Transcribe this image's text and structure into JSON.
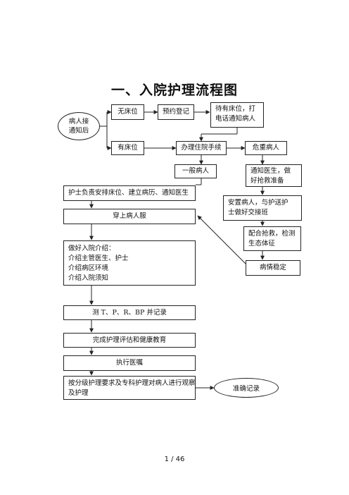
{
  "title": "一、入院护理流程图",
  "nodes": {
    "patient_notified": [
      "病人接",
      "通知后"
    ],
    "no_bed": "无床位",
    "reserve_register": "预约登记",
    "wait_bed": [
      "待有床位，打",
      "电话通知病人"
    ],
    "has_bed": "有床位",
    "admission_procedure": "办理住院手续",
    "critical_patient": "危重病人",
    "general_patient": "一般病人",
    "notify_doctor": [
      "通知医生，做",
      "好抢救准备"
    ],
    "nurse_arrange": "护士负责安排床位、建立病历、通知医生",
    "settle_patient": [
      "安置病人，与护送护",
      "士做好交接班"
    ],
    "wear_gown": "穿上病人服",
    "assist_rescue": [
      "配合抢救，检测",
      "生态体征"
    ],
    "introduction": [
      "做好入院介绍：",
      "介绍主管医生、护士",
      "介绍病区环境",
      "介绍入院须知"
    ],
    "condition_stable": "病情稳定",
    "measure_vitals": "测 T、P、R、BP 并记录",
    "assessment_education": "完成护理评估和健康教育",
    "execute_orders": "执行医嘱",
    "graded_care": [
      "按分级护理要求及专科护理对病人进行观察",
      "及护理"
    ],
    "accurate_record": "准确记录"
  },
  "footer": {
    "page_number": "1 / 46"
  }
}
